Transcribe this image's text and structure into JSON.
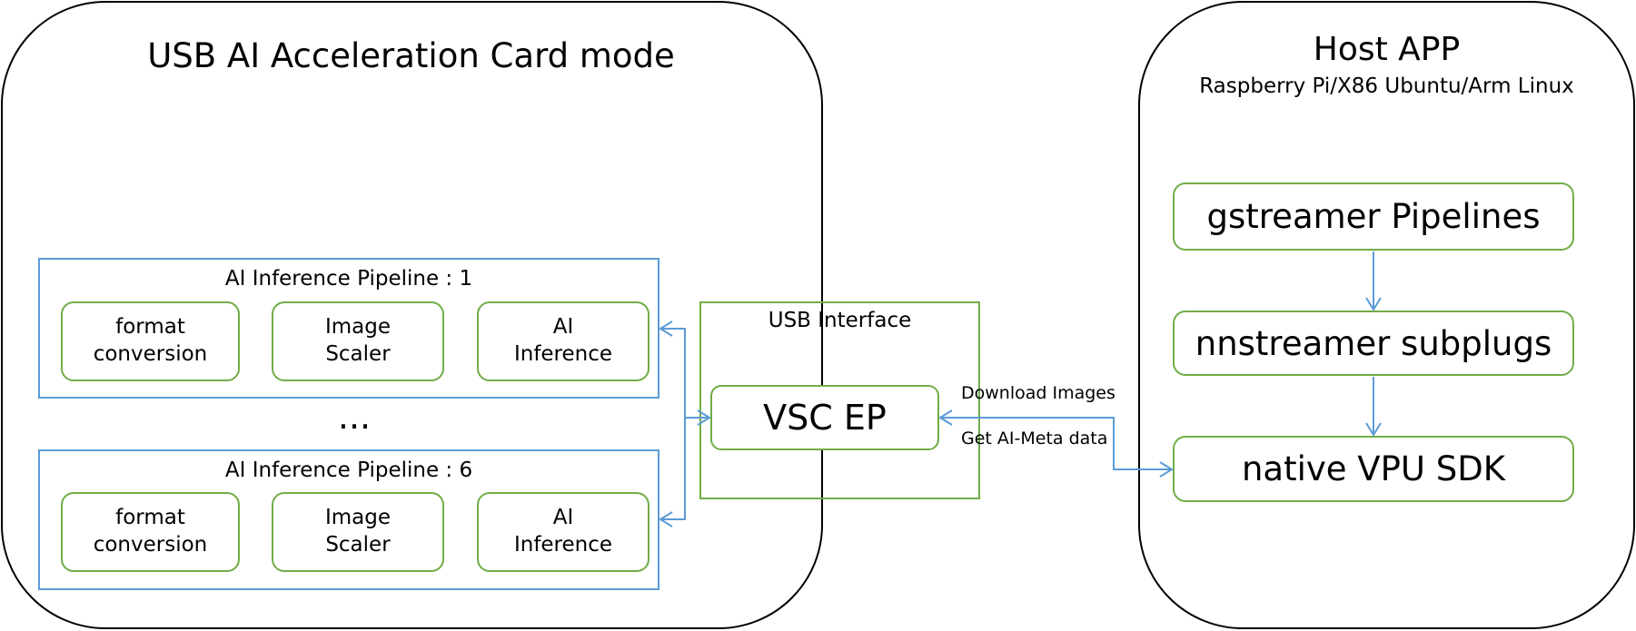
{
  "card": {
    "title": "USB AI Acceleration Card mode",
    "pipelines": [
      {
        "title": "AI  Inference Pipeline : 1",
        "stages": [
          "format\nconversion",
          "Image\nScaler",
          "AI\nInference"
        ]
      },
      {
        "title": "AI  Inference Pipeline : 6",
        "stages": [
          "format\nconversion",
          "Image\nScaler",
          "AI\nInference"
        ]
      }
    ],
    "ellipsis": "..."
  },
  "usb": {
    "title": "USB Interface",
    "endpoint": "VSC EP"
  },
  "link": {
    "download_label": "Download Images",
    "meta_label": "Get AI-Meta data"
  },
  "host": {
    "title": "Host APP",
    "subtitle": "Raspberry Pi/X86 Ubuntu/Arm Linux",
    "blocks": [
      "gstreamer Pipelines",
      "nnstreamer subplugs",
      "native VPU SDK"
    ]
  },
  "colors": {
    "pipeline_border": "#5b9bd5",
    "block_border": "#70ad47",
    "arrow": "#5b9bd5"
  }
}
